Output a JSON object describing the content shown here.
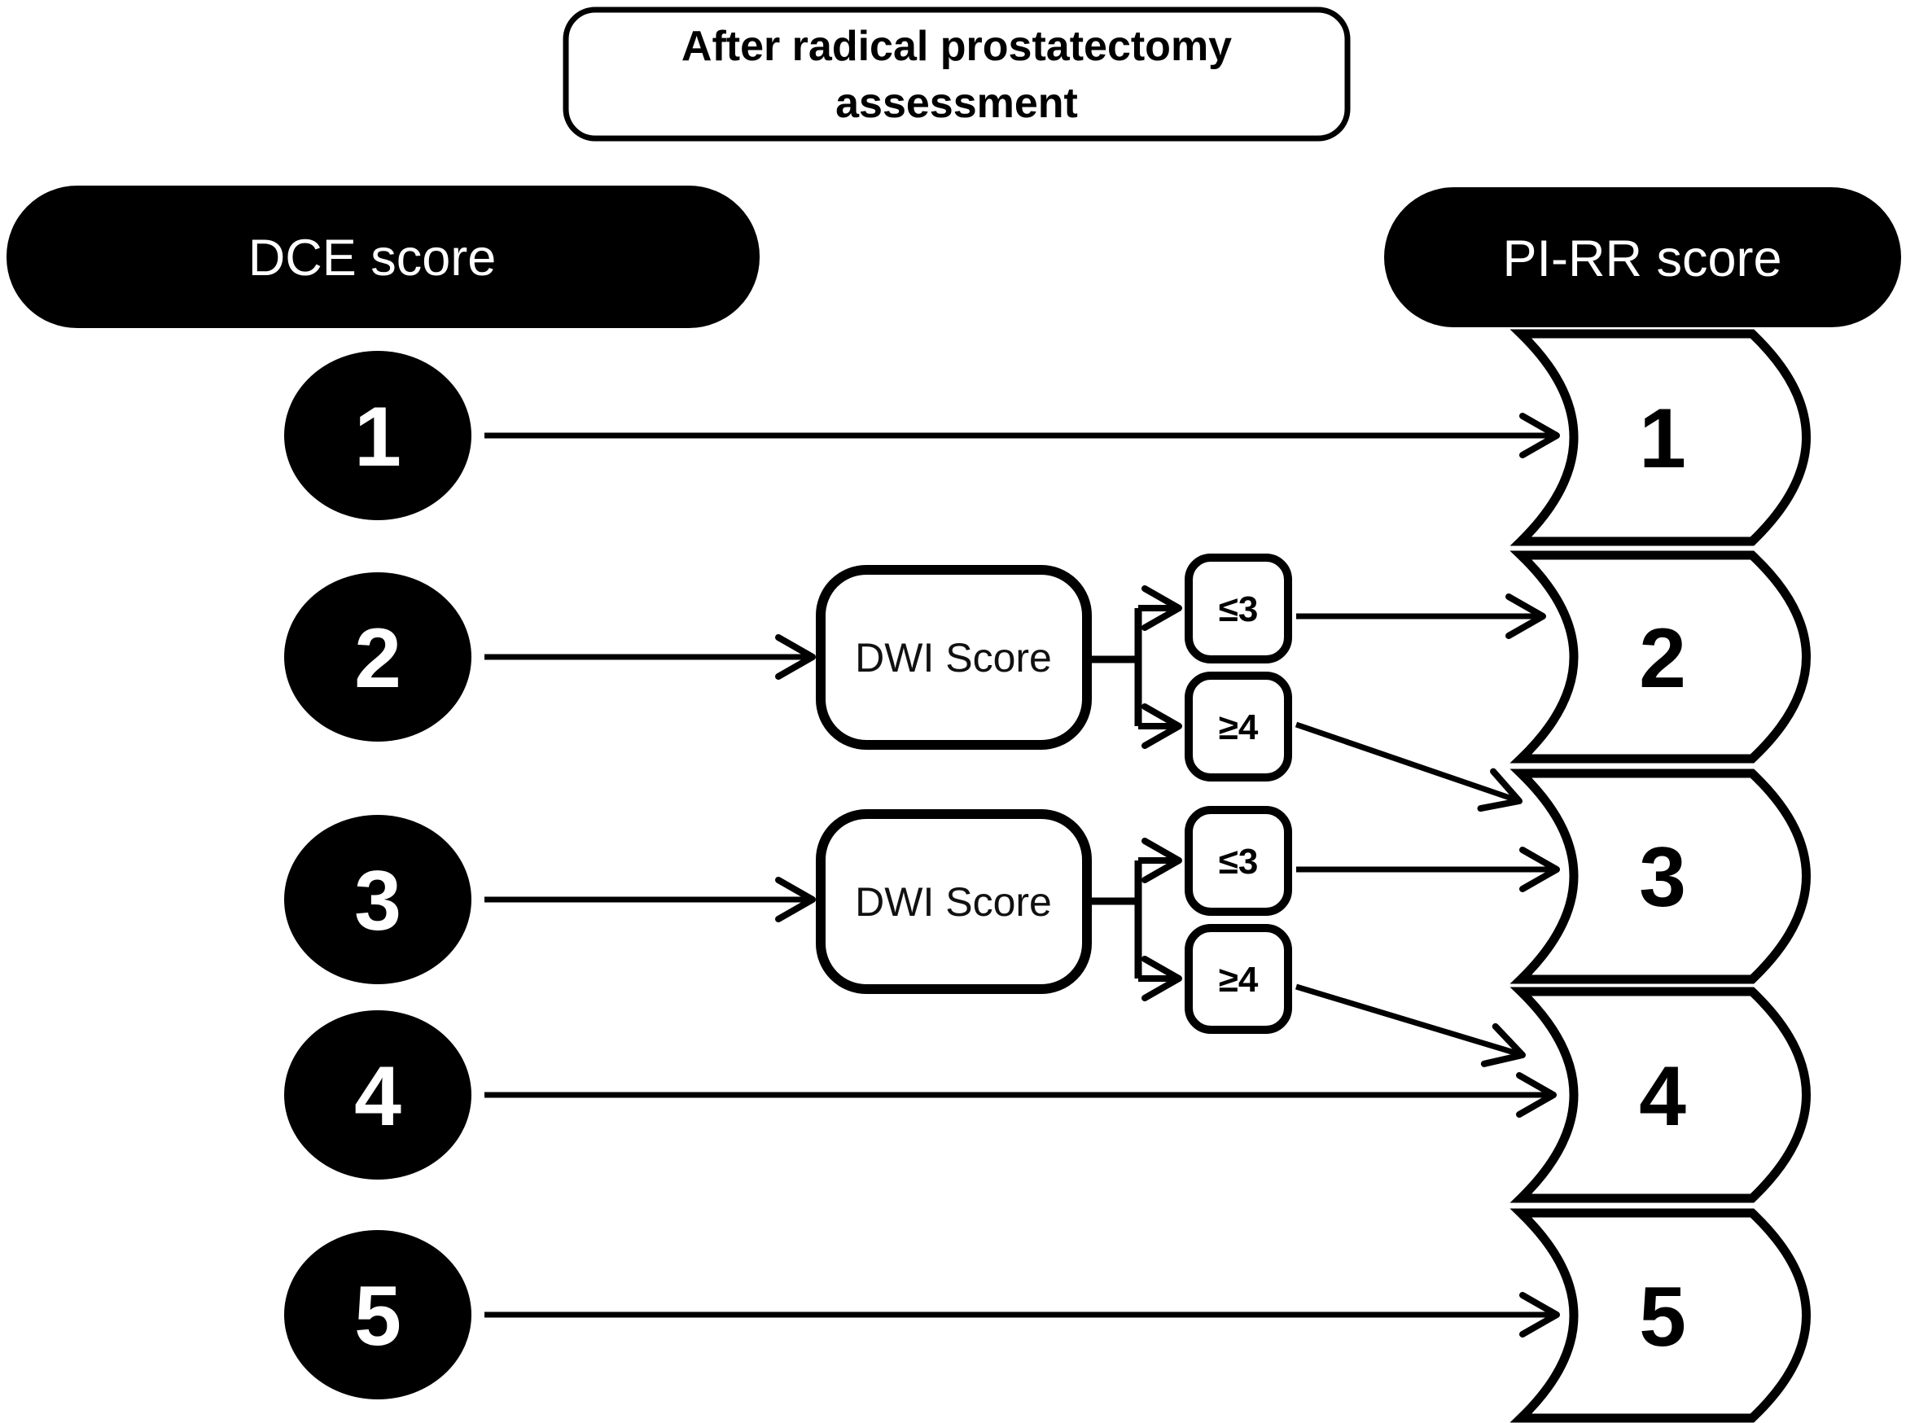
{
  "title": {
    "line1": "After radical prostatectomy",
    "line2": "assessment"
  },
  "headers": {
    "dce": "DCE score",
    "pirr": "PI-RR score"
  },
  "nodes": {
    "dce": [
      {
        "label": "1"
      },
      {
        "label": "2"
      },
      {
        "label": "3"
      },
      {
        "label": "4"
      },
      {
        "label": "5"
      }
    ],
    "pirr": [
      {
        "label": "1"
      },
      {
        "label": "2"
      },
      {
        "label": "3"
      },
      {
        "label": "4"
      },
      {
        "label": "5"
      }
    ],
    "dwi": [
      {
        "label": "DWI Score",
        "outcomes": [
          {
            "label": "≤3"
          },
          {
            "label": "≥4"
          }
        ]
      },
      {
        "label": "DWI Score",
        "outcomes": [
          {
            "label": "≤3"
          },
          {
            "label": "≥4"
          }
        ]
      }
    ]
  },
  "mappings": [
    {
      "from": "DCE 1",
      "via": null,
      "to": "PI-RR 1"
    },
    {
      "from": "DCE 2",
      "via": "DWI Score ≤3",
      "to": "PI-RR 2"
    },
    {
      "from": "DCE 2",
      "via": "DWI Score ≥4",
      "to": "PI-RR 3"
    },
    {
      "from": "DCE 3",
      "via": "DWI Score ≤3",
      "to": "PI-RR 3"
    },
    {
      "from": "DCE 3",
      "via": "DWI Score ≥4",
      "to": "PI-RR 4"
    },
    {
      "from": "DCE 4",
      "via": null,
      "to": "PI-RR 4"
    },
    {
      "from": "DCE 5",
      "via": null,
      "to": "PI-RR 5"
    }
  ],
  "colors": {
    "background": "#ffffff",
    "node_fill": "#000000",
    "node_text": "#ffffff",
    "line": "#000000"
  }
}
